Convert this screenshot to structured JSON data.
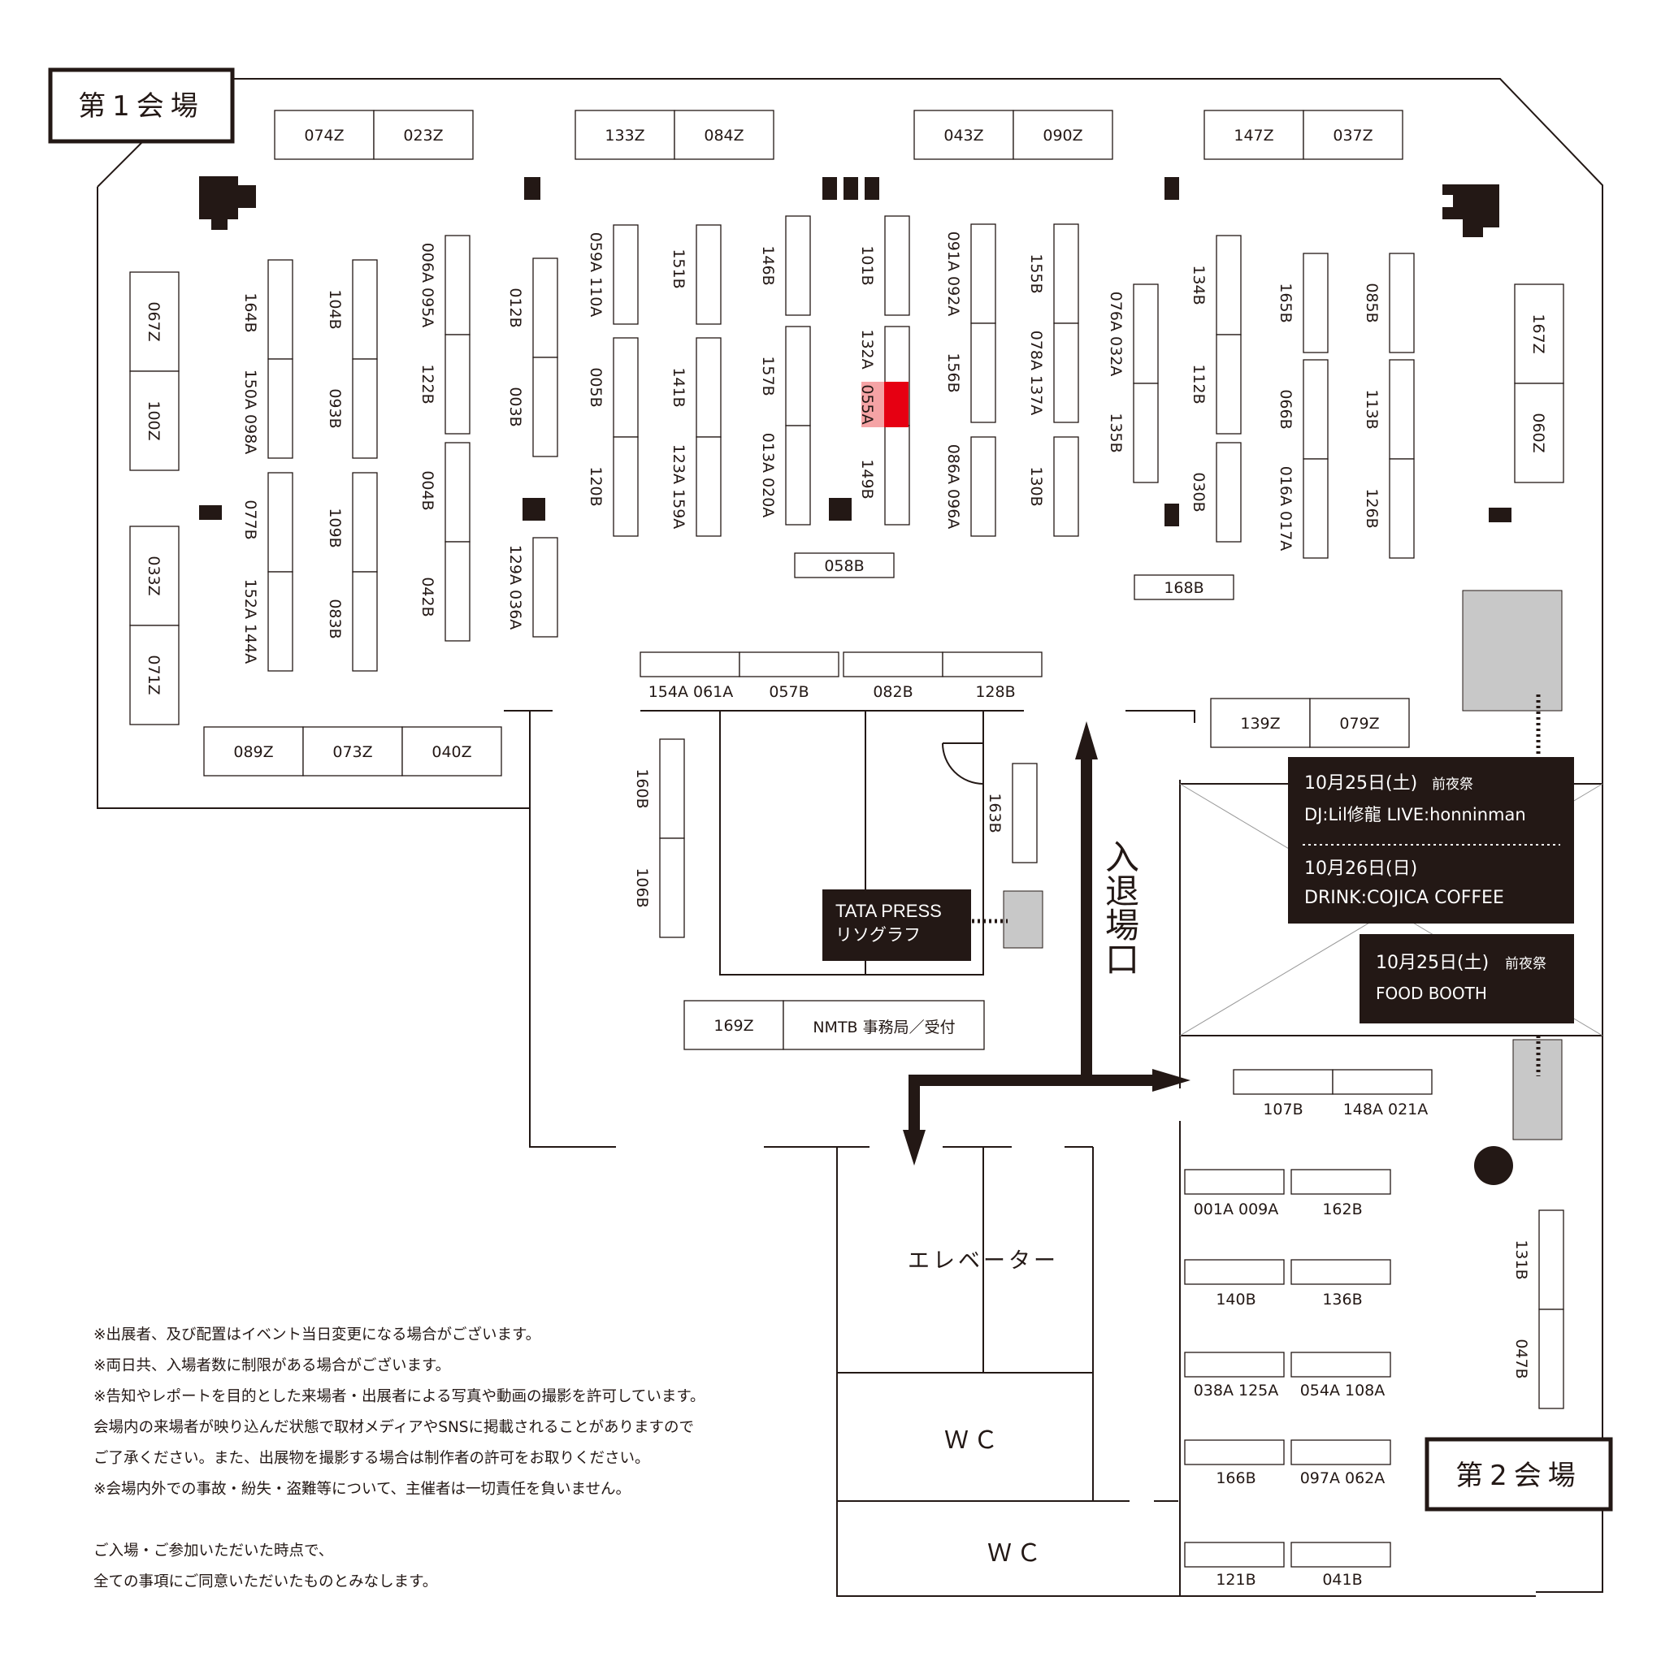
{
  "halls": {
    "hall1": "第1会場",
    "hall2": "第2会場"
  },
  "colors": {
    "ink": "#231815",
    "highlight": "#e60012",
    "highlight_tint": "#f5a3a5",
    "panel": "#c8c8c8"
  },
  "booths": {
    "b074Z": "074Z",
    "b023Z": "023Z",
    "b133Z": "133Z",
    "b084Z": "084Z",
    "b043Z": "043Z",
    "b090Z": "090Z",
    "b147Z": "147Z",
    "b037Z": "037Z",
    "b067Z": "067Z",
    "b100Z": "100Z",
    "b033Z": "033Z",
    "b071Z": "071Z",
    "b164B": "164B",
    "b150A098A": "150A 098A",
    "b077B": "077B",
    "b152A144A": "152A 144A",
    "b104B": "104B",
    "b093B": "093B",
    "b109B": "109B",
    "b083B": "083B",
    "b006A095A": "006A 095A",
    "b122B": "122B",
    "b004B": "004B",
    "b042B": "042B",
    "b012B": "012B",
    "b003B": "003B",
    "b129A036A": "129A 036A",
    "b059A110A": "059A 110A",
    "b005B": "005B",
    "b120B": "120B",
    "b151B": "151B",
    "b141B": "141B",
    "b123A159A": "123A 159A",
    "b146B": "146B",
    "b157B": "157B",
    "b013A020A": "013A 020A",
    "b101B": "101B",
    "b132A": "132A",
    "b055A": "055A",
    "b149B": "149B",
    "b091A092A": "091A 092A",
    "b156B": "156B",
    "b086A096A": "086A 096A",
    "b155B": "155B",
    "b078A137A": "078A 137A",
    "b130B": "130B",
    "b076A032A": "076A 032A",
    "b135B": "135B",
    "b134B": "134B",
    "b112B": "112B",
    "b030B": "030B",
    "b165B": "165B",
    "b066B": "066B",
    "b016A017A": "016A 017A",
    "b085B": "085B",
    "b113B": "113B",
    "b126B": "126B",
    "b167Z": "167Z",
    "b060Z": "060Z",
    "b058B": "058B",
    "b168B": "168B",
    "b154A061A": "154A  061A",
    "b057B": "057B",
    "b082B": "082B",
    "b128B": "128B",
    "b089Z": "089Z",
    "b073Z": "073Z",
    "b040Z": "040Z",
    "b139Z": "139Z",
    "b079Z": "079Z",
    "b160B": "160B",
    "b106B": "106B",
    "b163B": "163B",
    "b169Z": "169Z",
    "office": "NMTB 事務局／受付",
    "b107B": "107B",
    "b148A021A": "148A  021A",
    "b001A009A": "001A 009A",
    "b162B": "162B",
    "b140B": "140B",
    "b136B": "136B",
    "b038A125A": "038A  125A",
    "b054A108A": "054A  108A",
    "b166B": "166B",
    "b097A062A": "097A  062A",
    "b121B": "121B",
    "b041B": "041B",
    "b131B": "131B",
    "b047B": "047B"
  },
  "tata_press": {
    "line1": "TATA PRESS",
    "line2": "リソグラフ"
  },
  "entrance_label": "入退場口",
  "elevator": "エレベーター",
  "wc": "ＷＣ",
  "events": {
    "day1_date": "10月25日(土)",
    "day1_tag": "前夜祭",
    "day1_lineup": "DJ:Lil修龍 LIVE:honninman",
    "day2_date": "10月26日(日)",
    "day2_lineup": "DRINK:COJICA COFFEE",
    "food_date": "10月25日(土)",
    "food_tag": "前夜祭",
    "food_label": "FOOD BOOTH"
  },
  "notes": [
    "※出展者、及び配置はイベント当日変更になる場合がございます。",
    "※両日共、入場者数に制限がある場合がございます。",
    "※告知やレポートを目的とした来場者・出展者による写真や動画の撮影を許可しています。",
    "会場内の来場者が映り込んだ状態で取材メディアやSNSに掲載されることがありますので",
    "ご了承ください。また、出展物を撮影する場合は制作者の許可をお取りください。",
    "※会場内外での事故・紛失・盗難等について、主催者は一切責任を負いません。",
    "ご入場・ご参加いただいた時点で、",
    "全ての事項にご同意いただいたものとみなします。"
  ]
}
